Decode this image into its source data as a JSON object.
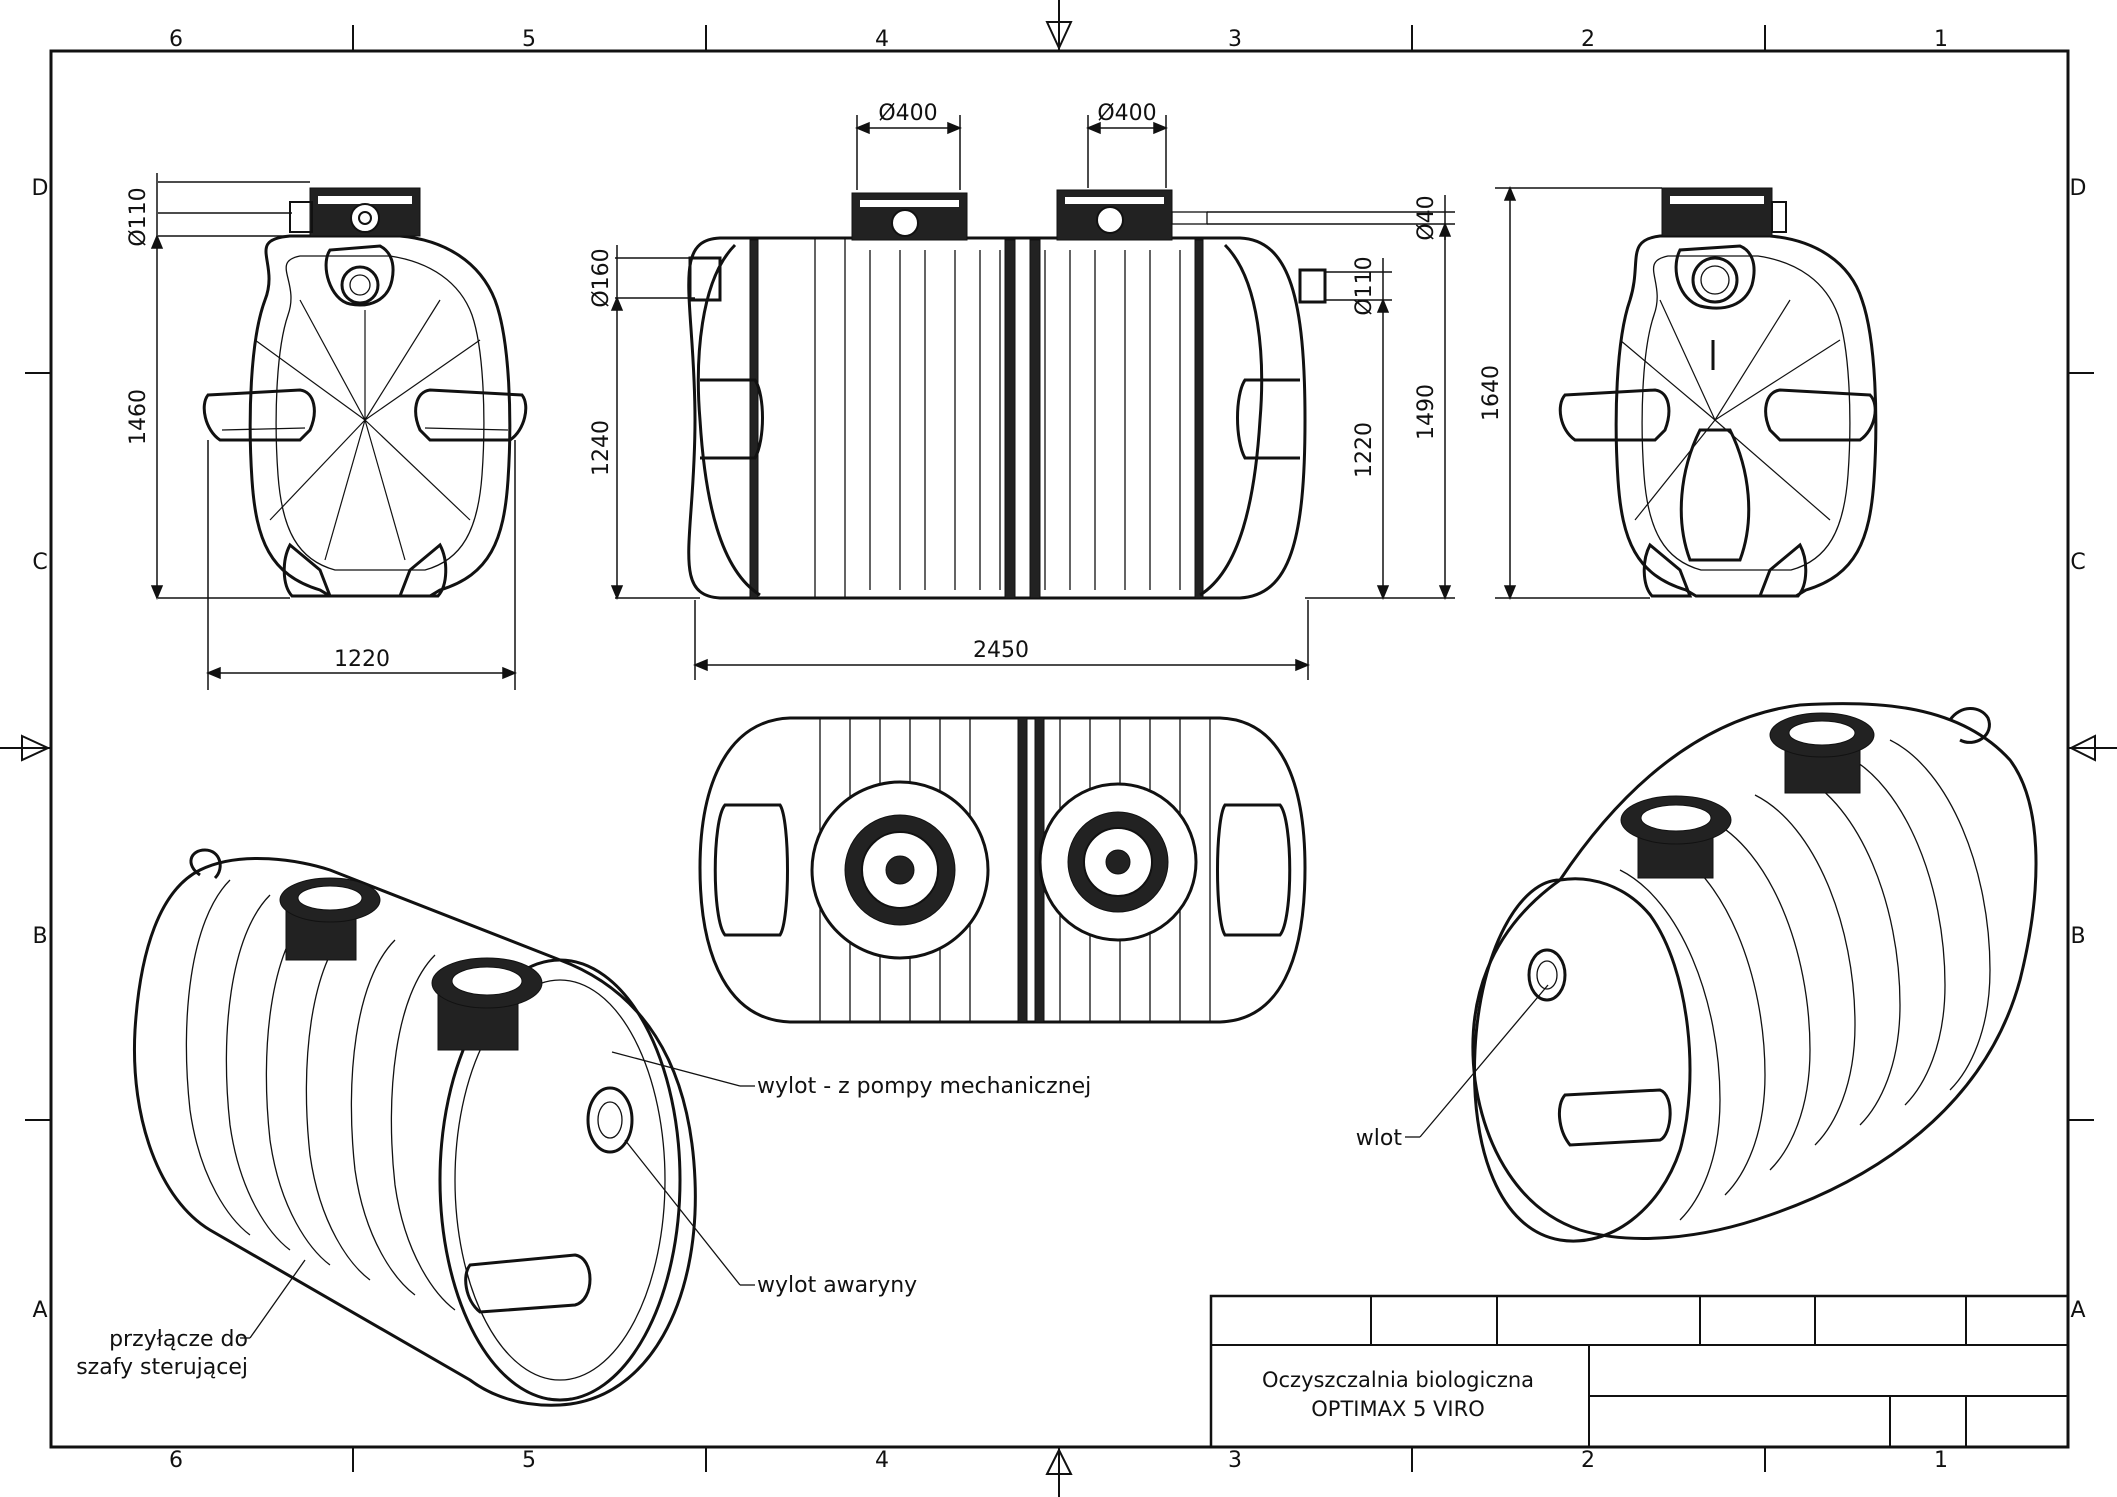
{
  "frame": {
    "columns": [
      "6",
      "5",
      "4",
      "3",
      "2",
      "1"
    ],
    "rows": [
      "D",
      "C",
      "B",
      "A"
    ]
  },
  "dimensions": {
    "front_left": {
      "pipe_dia": "Ø110",
      "height": "1460",
      "width": "1220"
    },
    "side": {
      "manhole_1": "Ø400",
      "manhole_2": "Ø400",
      "inlet_dia": "Ø160",
      "height_inlet": "1240",
      "outlet_dia_40": "Ø40",
      "outlet_dia_110": "Ø110",
      "height_outlet": "1220",
      "height_total": "1490",
      "length": "2450"
    },
    "front_right": {
      "height": "1640"
    }
  },
  "callouts": {
    "wylot_pompy": "wylot - z pompy mechanicznej",
    "wylot_awaryjny": "wylot awaryny",
    "przylacze_1": "przyłącze do",
    "przylacze_2": "szafy sterującej",
    "wlot": "wlot"
  },
  "title_block": {
    "name_line1": "Oczyszczalnia biologiczna",
    "name_line2": "OPTIMAX 5 VIRO"
  }
}
